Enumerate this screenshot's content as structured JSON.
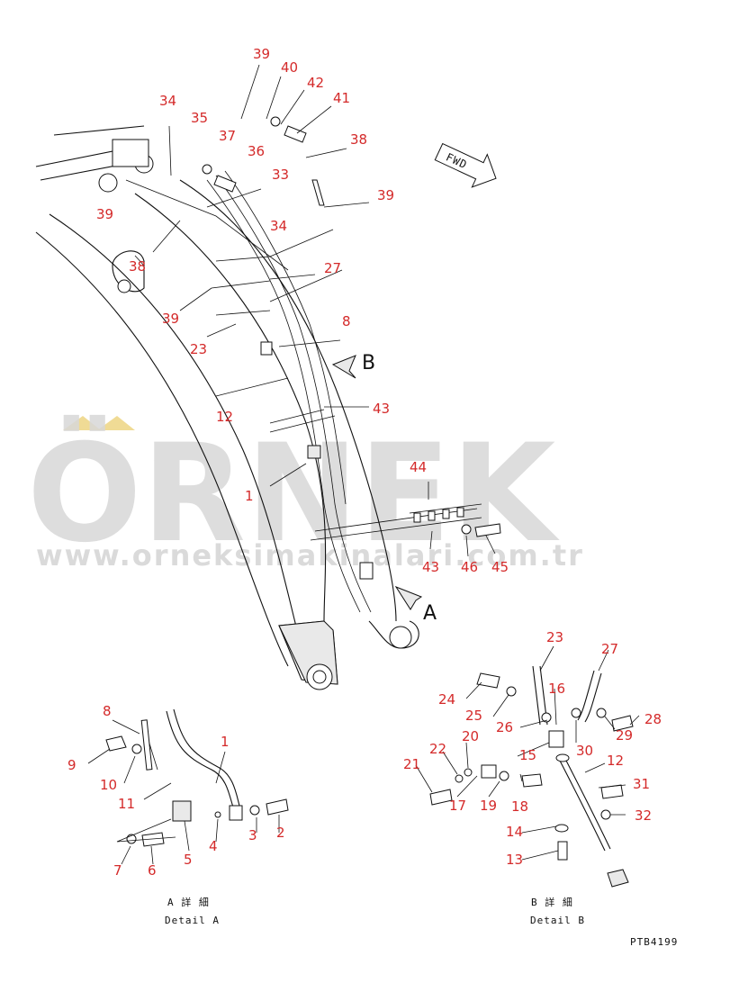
{
  "watermark": {
    "brand": "ÖRNEK",
    "url": "www.orneksimakinalari.com.tr"
  },
  "labels": {
    "fwd": "FWD",
    "view_a": "A",
    "view_b": "B",
    "detail_a_jp": "A 詳 細",
    "detail_a": "Detail A",
    "detail_b_jp": "B 詳 細",
    "detail_b": "Detail B",
    "drawing_code": "PTB4199"
  },
  "callouts_main": [
    "39",
    "40",
    "42",
    "41",
    "38",
    "34",
    "35",
    "37",
    "36",
    "33",
    "39",
    "39",
    "34",
    "38",
    "27",
    "39",
    "23",
    "8",
    "12",
    "43",
    "1",
    "44",
    "43",
    "46",
    "45"
  ],
  "callouts_detail_a": [
    "8",
    "1",
    "9",
    "10",
    "11",
    "4",
    "3",
    "2",
    "5",
    "7",
    "6"
  ],
  "callouts_detail_b": [
    "23",
    "27",
    "16",
    "24",
    "25",
    "26",
    "30",
    "29",
    "28",
    "20",
    "22",
    "15",
    "12",
    "21",
    "17",
    "19",
    "18",
    "31",
    "32",
    "14",
    "13"
  ]
}
